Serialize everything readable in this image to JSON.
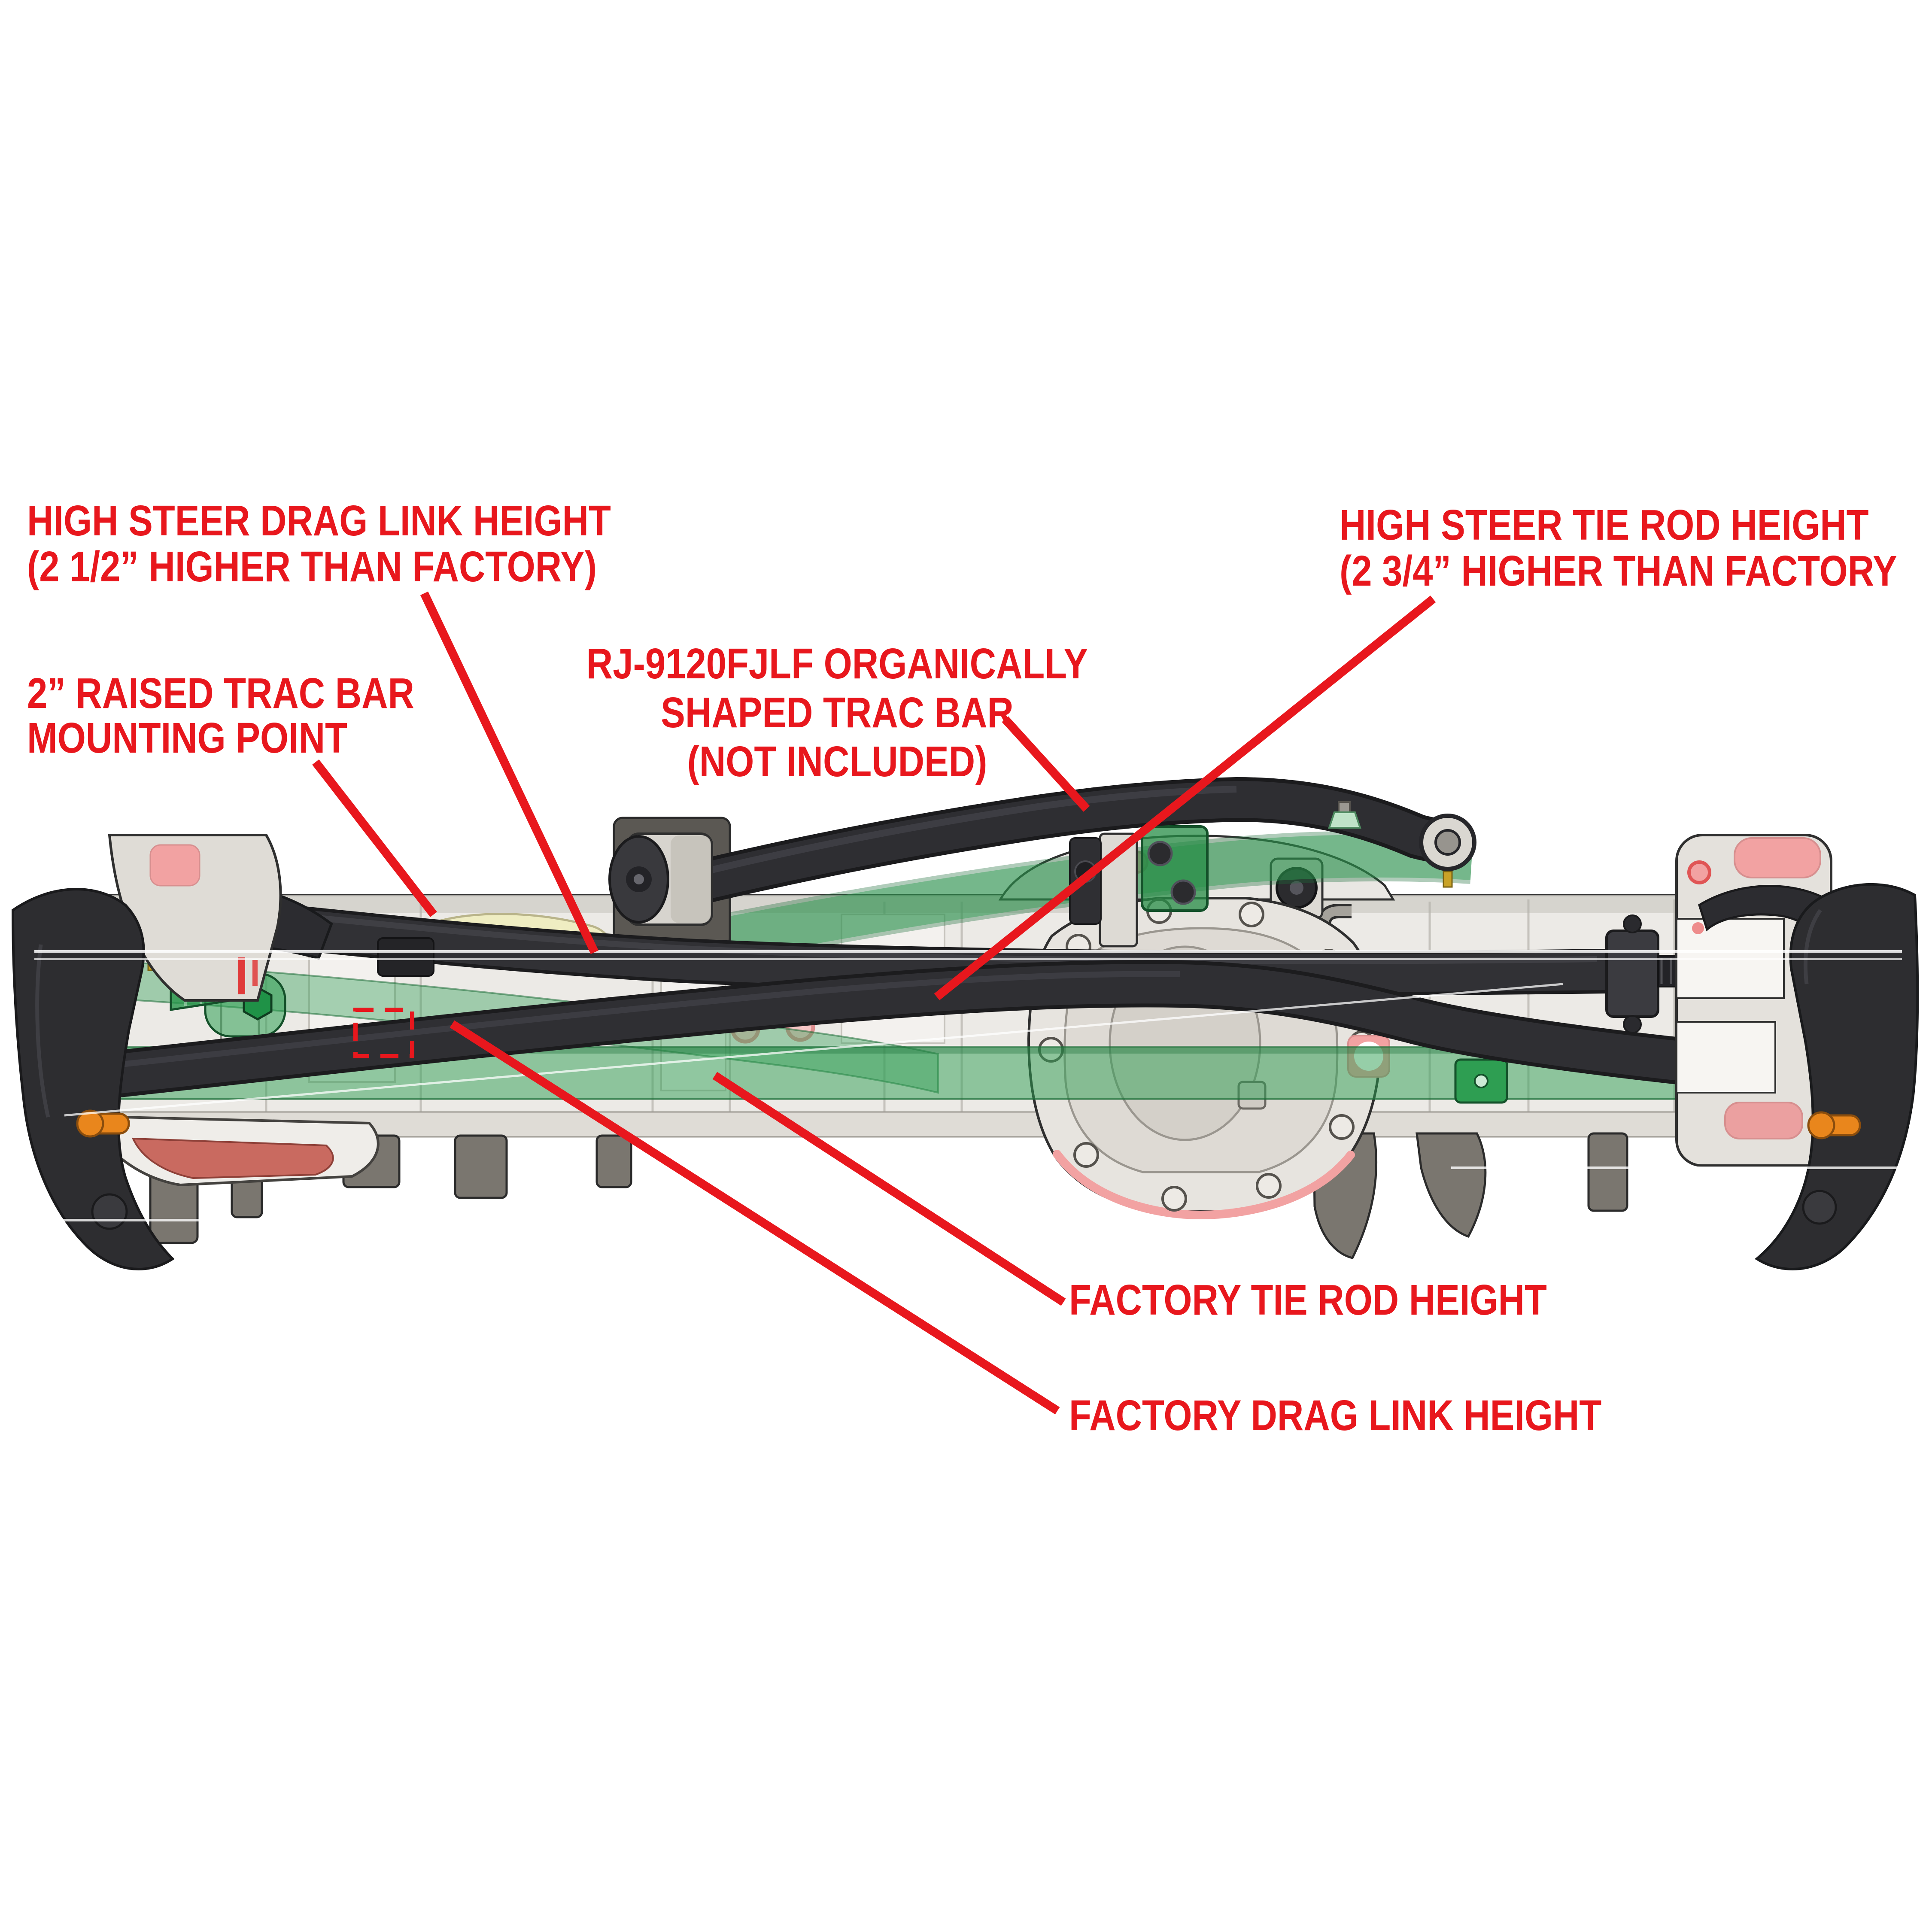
{
  "figure": {
    "type": "product-callout-diagram",
    "subject": "Jeep front axle high-steer kit comparison (side view CAD render)"
  },
  "colors": {
    "label_red": "#E8171D",
    "leader_red": "#E8171D",
    "ghost_green": "#2E9E52",
    "solid_green": "#1F9247",
    "bar_charcoal": "#2C2C2F",
    "housing_silver": "#E8E5E0",
    "accent_salmon": "#F2A2A2",
    "accent_orange": "#E9861C",
    "accent_gold": "#C9A227",
    "background": "#FFFFFF"
  },
  "callouts": {
    "high_steer_drag_link": {
      "line1": "HIGH STEER DRAG LINK HEIGHT",
      "line2": "(2 1/2” HIGHER THAN FACTORY)"
    },
    "high_steer_tie_rod": {
      "line1": "HIGH STEER TIE ROD HEIGHT",
      "line2": "(2 3/4” HIGHER THAN FACTORY"
    },
    "raised_trac_bar_mount": {
      "line1": "2” RAISED TRAC BAR",
      "line2": "MOUNTING POINT"
    },
    "trac_bar_not_included": {
      "line1": "RJ-9120FJLF ORGANICALLY",
      "line2": "SHAPED TRAC BAR",
      "line3": "(NOT INCLUDED)"
    },
    "factory_tie_rod": {
      "line1": "FACTORY TIE ROD HEIGHT"
    },
    "factory_drag_link": {
      "line1": "FACTORY DRAG LINK HEIGHT"
    }
  }
}
